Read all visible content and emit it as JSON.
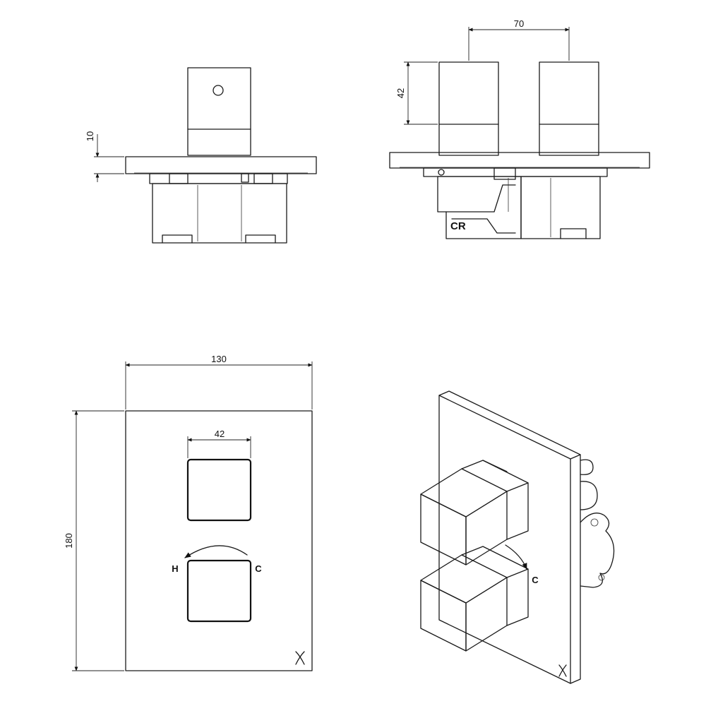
{
  "dimensions": {
    "side_plate_thickness": "10",
    "front_handle_spacing": "70",
    "front_handle_height": "42",
    "plate_width": "130",
    "plate_height": "180",
    "handle_width": "42"
  },
  "labels": {
    "hot": "H",
    "cold": "C",
    "iso_cold": "C",
    "valve_logo": "CR"
  },
  "colors": {
    "line": "#1a1a1a",
    "background": "#ffffff"
  },
  "icons": {
    "brand_mark": "cross-x-icon"
  }
}
